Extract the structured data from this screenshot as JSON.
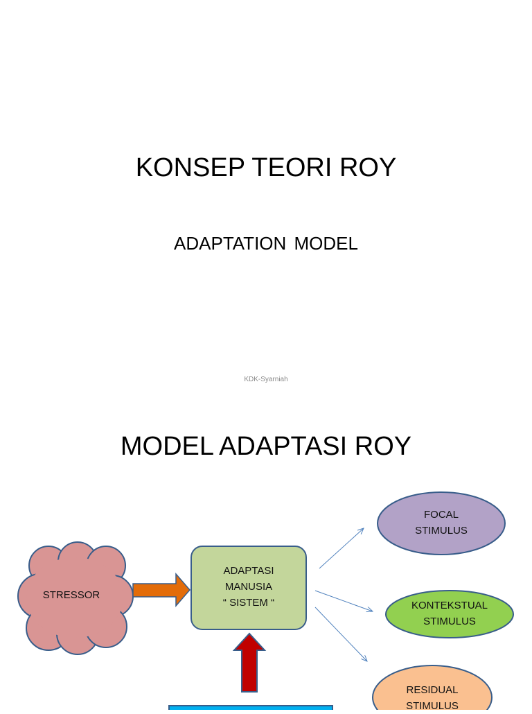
{
  "slide1": {
    "title": "KONSEP TEORI  ROY",
    "subtitle": "ADAPTATION  MODEL",
    "footer": "KDK-Syarniah"
  },
  "slide2": {
    "title": "MODEL ADAPTASI ROY",
    "nodes": {
      "stressor": {
        "label": "STRESSOR",
        "fill": "#d99594",
        "stroke": "#385d8a"
      },
      "adaptasi": {
        "line1": "ADAPTASI",
        "line2": "MANUSIA",
        "line3": "“ SISTEM “",
        "fill": "#c3d69b",
        "stroke": "#385d8a"
      },
      "focal": {
        "line1": "FOCAL",
        "line2": "STIMULUS",
        "fill": "#b2a2c7",
        "stroke": "#385d8a"
      },
      "kontekstual": {
        "line1": "KONTEKSTUAL",
        "line2": "STIMULUS",
        "fill": "#92d050",
        "stroke": "#385d8a"
      },
      "residual": {
        "line1": "RESIDUAL",
        "line2": "STIMULUS",
        "fill": "#fac090",
        "stroke": "#385d8a"
      }
    },
    "arrows": {
      "stressor_to_system_color": "#e36c09",
      "bottom_to_system_color": "#c00000",
      "outputs_color": "#4f81bd"
    },
    "bottom_box_color": "#00b0f0"
  }
}
